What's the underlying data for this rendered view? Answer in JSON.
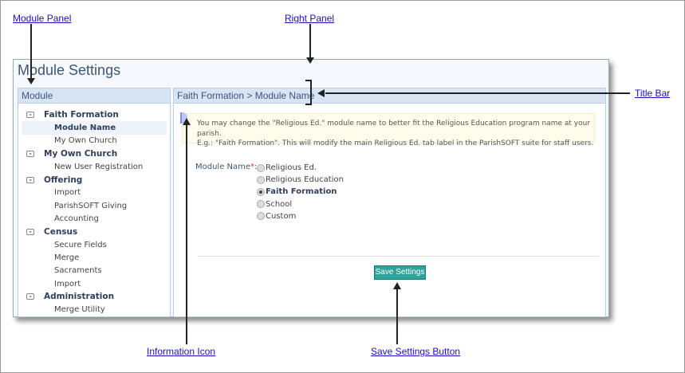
{
  "annotations": {
    "module_panel": "Module Panel",
    "right_panel": "Right Panel",
    "title_bar": "Title Bar",
    "information_icon": "Information Icon",
    "save_settings_button": "Save Settings Button"
  },
  "page_title": "Module Settings",
  "module_panel": {
    "header": "Module",
    "items": [
      {
        "label": "Faith Formation",
        "type": "group"
      },
      {
        "label": "Module Name",
        "type": "child",
        "selected": true
      },
      {
        "label": "My Own Church",
        "type": "child"
      },
      {
        "label": "My Own Church",
        "type": "group"
      },
      {
        "label": "New User Registration",
        "type": "child"
      },
      {
        "label": "Offering",
        "type": "group"
      },
      {
        "label": "Import",
        "type": "child"
      },
      {
        "label": "ParishSOFT Giving",
        "type": "child"
      },
      {
        "label": "Accounting",
        "type": "child"
      },
      {
        "label": "Census",
        "type": "group"
      },
      {
        "label": "Secure Fields",
        "type": "child"
      },
      {
        "label": "Merge",
        "type": "child"
      },
      {
        "label": "Sacraments",
        "type": "child"
      },
      {
        "label": "Import",
        "type": "child"
      },
      {
        "label": "Administration",
        "type": "group"
      },
      {
        "label": "Merge Utility",
        "type": "child"
      }
    ]
  },
  "right_panel": {
    "header": "Faith Formation > Module Name",
    "info_line1": "You may change the \"Religious Ed.\" module name to better fit the Religious Education program name at your parish.",
    "info_line2": "E.g.: \"Faith Formation\". This will modify the main Religious Ed. tab label in the ParishSOFT suite for staff users.",
    "field_label": "Module Name",
    "required_mark": "*",
    "colon": ":",
    "options": [
      {
        "label": "Religious Ed."
      },
      {
        "label": "Religious Education"
      },
      {
        "label": "Faith Formation",
        "checked": true
      },
      {
        "label": "School"
      },
      {
        "label": "Custom"
      }
    ],
    "save_label": "Save Settings"
  }
}
